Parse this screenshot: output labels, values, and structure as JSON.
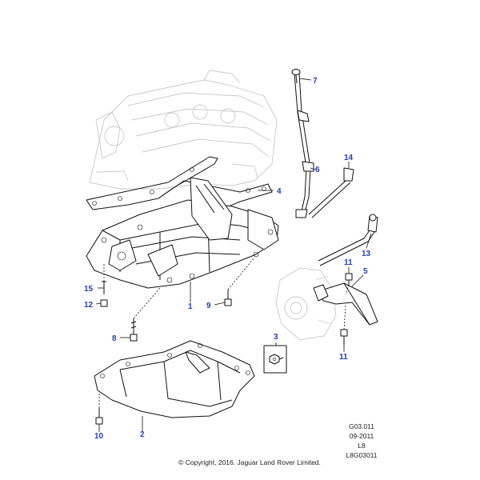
{
  "callouts": [
    {
      "label": "1"
    },
    {
      "label": "2"
    },
    {
      "label": "3"
    },
    {
      "label": "4"
    },
    {
      "label": "5"
    },
    {
      "label": "6"
    },
    {
      "label": "7"
    },
    {
      "label": "8"
    },
    {
      "label": "9"
    },
    {
      "label": "10"
    },
    {
      "label": "11"
    },
    {
      "label": "11"
    },
    {
      "label": "12"
    },
    {
      "label": "13"
    },
    {
      "label": "14"
    },
    {
      "label": "15"
    }
  ],
  "reference": {
    "line1": "G03.011",
    "line2": "09-2011",
    "line3": "L8",
    "line4": "L8G03011"
  },
  "copyright": "© Copyright, 2016. Jaguar Land Rover Limited.",
  "colors": {
    "callout": "#1f3fbf",
    "line": "#111111",
    "ghost": "#c9c9c9"
  }
}
